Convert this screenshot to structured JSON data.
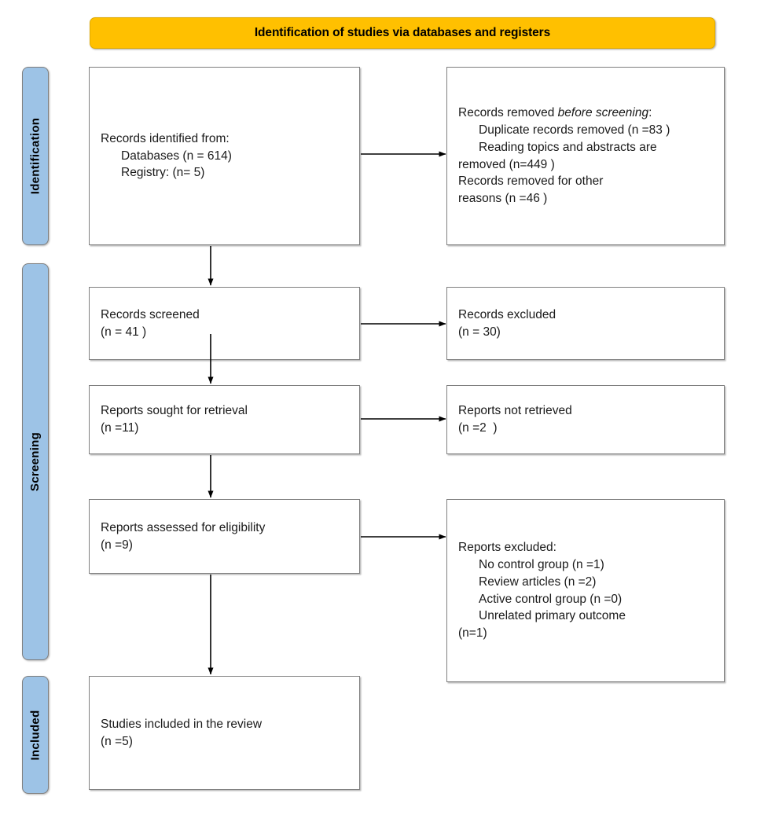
{
  "banner": {
    "title": "Identification of studies via databases and registers",
    "color": "#FFC000"
  },
  "phases": {
    "color": "#9DC3E6",
    "identification": "Identification",
    "screening": "Screening",
    "included": "Included"
  },
  "boxes": {
    "identified": {
      "line1": "Records identified from:",
      "line2": "Databases (n = 614)",
      "line3": "Registry: (n= 5)"
    },
    "removed_before_screening": {
      "line1_prefix": "Records removed ",
      "line1_italic": "before screening",
      "line1_suffix": ":",
      "line2": "Duplicate records removed (n =83 )",
      "line3": "Reading topics and abstracts are",
      "line4": "removed (n=449 )",
      "line5": "Records removed for other",
      "line6": "reasons (n =46 )"
    },
    "records_screened": {
      "line1": "Records screened",
      "line2": "(n = 41 )"
    },
    "records_excluded": {
      "line1": "Records excluded",
      "line2": "(n = 30)"
    },
    "reports_sought": {
      "line1": "Reports sought for retrieval",
      "line2": "(n =11)"
    },
    "reports_not_retrieved": {
      "line1": "Reports not retrieved",
      "line2": "(n =2  )"
    },
    "reports_assessed": {
      "line1": "Reports assessed for eligibility",
      "line2": "(n =9)"
    },
    "reports_excluded": {
      "line1": "Reports excluded:",
      "line2": "No control group (n =1)",
      "line3": "Review articles (n =2)",
      "line4": "Active control group (n =0)",
      "line5": "Unrelated primary outcome",
      "line6": "(n=1)"
    },
    "studies_included": {
      "line1": "Studies included in the review",
      "line2": "(n =5)"
    }
  },
  "chart_data": {
    "type": "diagram",
    "title": "Identification of studies via databases and registers",
    "nodes": [
      {
        "id": "identified",
        "phase": "Identification",
        "label": "Records identified from: Databases (n = 614); Registry: (n= 5)",
        "n_databases": 614,
        "n_registry": 5
      },
      {
        "id": "removed_before_screening",
        "phase": "Identification",
        "label": "Records removed before screening",
        "n_duplicates": 83,
        "n_topics_abstracts": 449,
        "n_other_reasons": 46
      },
      {
        "id": "records_screened",
        "phase": "Screening",
        "label": "Records screened",
        "n": 41
      },
      {
        "id": "records_excluded",
        "phase": "Screening",
        "label": "Records excluded",
        "n": 30
      },
      {
        "id": "reports_sought",
        "phase": "Screening",
        "label": "Reports sought for retrieval",
        "n": 11
      },
      {
        "id": "reports_not_retrieved",
        "phase": "Screening",
        "label": "Reports not retrieved",
        "n": 2
      },
      {
        "id": "reports_assessed",
        "phase": "Screening",
        "label": "Reports assessed for eligibility",
        "n": 9
      },
      {
        "id": "reports_excluded",
        "phase": "Screening",
        "label": "Reports excluded",
        "n_no_control_group": 1,
        "n_review_articles": 2,
        "n_active_control_group": 0,
        "n_unrelated_primary_outcome": 1
      },
      {
        "id": "studies_included",
        "phase": "Included",
        "label": "Studies included in the review",
        "n": 5
      }
    ],
    "edges": [
      {
        "from": "identified",
        "to": "removed_before_screening",
        "direction": "right"
      },
      {
        "from": "identified",
        "to": "records_screened",
        "direction": "down"
      },
      {
        "from": "records_screened",
        "to": "records_excluded",
        "direction": "right"
      },
      {
        "from": "records_screened",
        "to": "reports_sought",
        "direction": "down"
      },
      {
        "from": "reports_sought",
        "to": "reports_not_retrieved",
        "direction": "right"
      },
      {
        "from": "reports_sought",
        "to": "reports_assessed",
        "direction": "down"
      },
      {
        "from": "reports_assessed",
        "to": "reports_excluded",
        "direction": "right"
      },
      {
        "from": "reports_assessed",
        "to": "studies_included",
        "direction": "down"
      }
    ]
  }
}
